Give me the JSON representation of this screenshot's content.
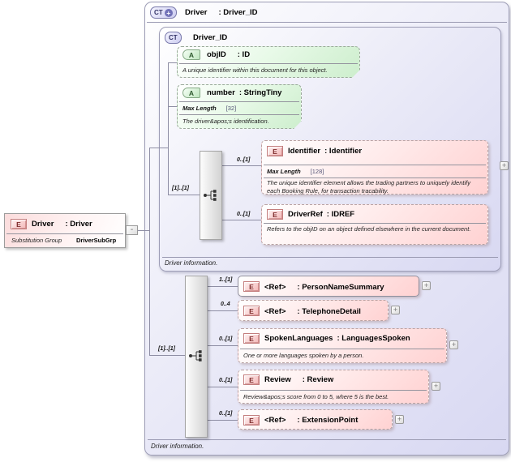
{
  "badges": {
    "element": "E",
    "attribute": "A",
    "complex_type": "CT",
    "plus": "+"
  },
  "controls": {
    "expand": "+",
    "collapse": "-"
  },
  "colors": {
    "element_fill": "#ffd2d2",
    "attribute_fill": "#cdeecd",
    "container_fill": "#d8d8f2",
    "group_fill": "#d2d2d2",
    "line": "#8e8ea4"
  },
  "substitution": {
    "name": "Driver",
    "type": ": Driver",
    "group_label": "Substitution Group",
    "group_value": "DriverSubGrp"
  },
  "outer": {
    "name": "Driver",
    "type": ": Driver_ID",
    "footer": "Driver information."
  },
  "inner": {
    "name": "Driver_ID",
    "footer": "Driver information.",
    "cardinality": "[1]..[1]"
  },
  "attr_objid": {
    "name": "objID",
    "type": ": ID",
    "annotation": "A unique identifier within this document for this object."
  },
  "attr_number": {
    "name": "number",
    "type": ": StringTiny",
    "facet_label": "Max Length",
    "facet_value": "[32]",
    "annotation": "The driver&apos;s identification."
  },
  "el_identifier": {
    "cardinality": "0..[1]",
    "name": "Identifier",
    "type": ": Identifier",
    "facet_label": "Max Length",
    "facet_value": "[128]",
    "annotation": "The unique identifier element allows the trading partners to  uniquely identify each Booking Rule, for transaction tracability."
  },
  "el_driverref": {
    "cardinality": "0..[1]",
    "name": "DriverRef",
    "type": ": IDREF",
    "annotation": "Refers to the objID on an object defined elsewhere in the current document."
  },
  "seq": {
    "cardinality": "[1]..[1]"
  },
  "el_person": {
    "cardinality": "1..[1]",
    "name": "<Ref>",
    "type": ": PersonNameSummary"
  },
  "el_phone": {
    "cardinality": "0..4",
    "name": "<Ref>",
    "type": ": TelephoneDetail"
  },
  "el_lang": {
    "cardinality": "0..[1]",
    "name": "SpokenLanguages",
    "type": ": LanguagesSpoken",
    "annotation": "One or more languages spoken by a person."
  },
  "el_review": {
    "cardinality": "0..[1]",
    "name": "Review",
    "type": ": Review",
    "annotation": "Review&apos;s score from 0 to 5, where 5 is the best."
  },
  "el_ext": {
    "cardinality": "0..[1]",
    "name": "<Ref>",
    "type": ": ExtensionPoint"
  }
}
